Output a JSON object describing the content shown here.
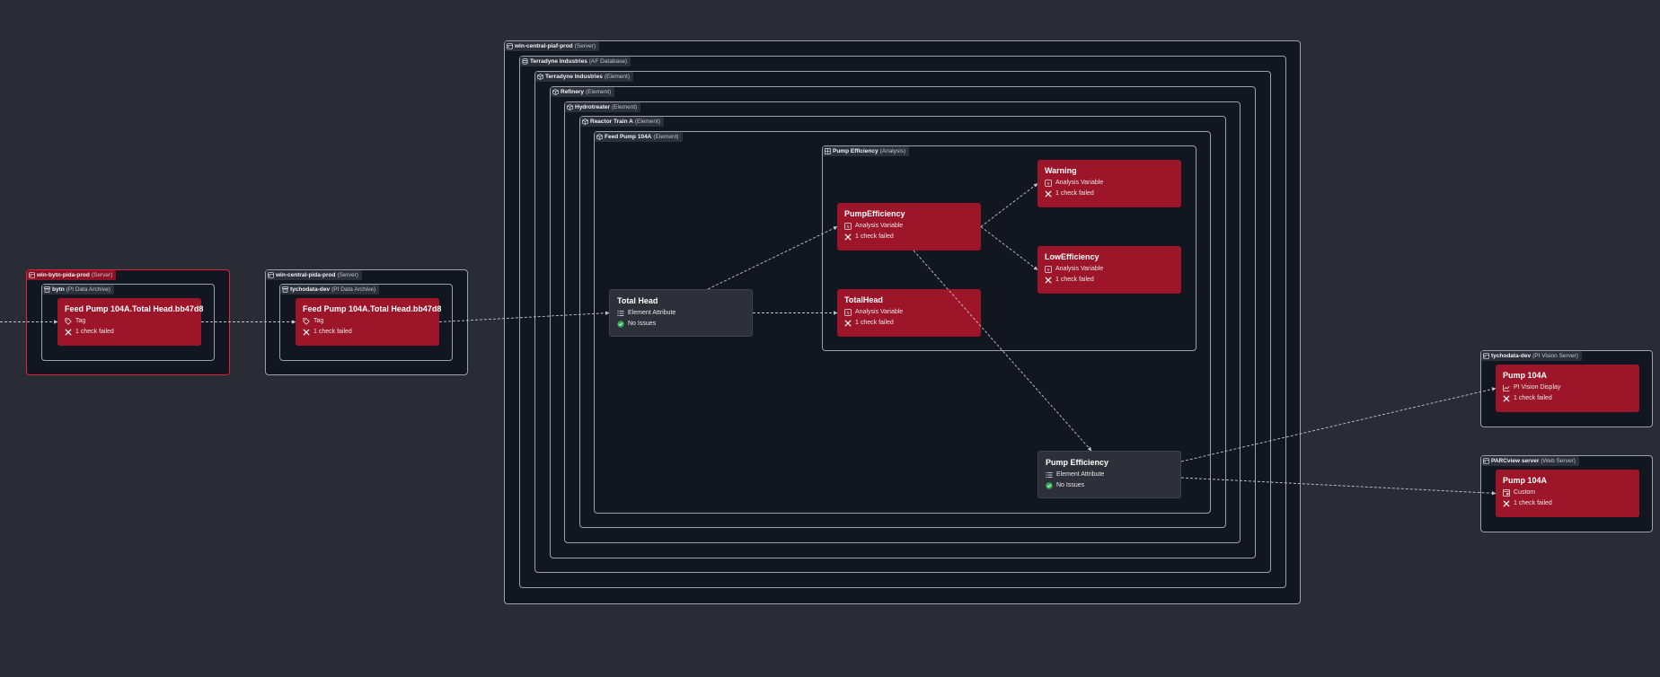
{
  "groups": {
    "g1": {
      "name": "win-central-piaf-prod",
      "kind": "(Server)",
      "icon": "server-icon"
    },
    "g2": {
      "name": "Terradyne Industries",
      "kind": "(AF Database)",
      "icon": "database-icon"
    },
    "g3": {
      "name": "Terradyne Industries",
      "kind": "(Element)",
      "icon": "element-icon"
    },
    "g4": {
      "name": "Refinery",
      "kind": "(Element)",
      "icon": "element-icon"
    },
    "g5": {
      "name": "Hydrotreater",
      "kind": "(Element)",
      "icon": "element-icon"
    },
    "g6": {
      "name": "Reactor Train A",
      "kind": "(Element)",
      "icon": "element-icon"
    },
    "g7": {
      "name": "Feed Pump 104A",
      "kind": "(Element)",
      "icon": "element-icon"
    },
    "g8": {
      "name": "Pump Efficiency",
      "kind": "(Analysis)",
      "icon": "analysis-icon"
    },
    "g9": {
      "name": "win-bytn-pida-prod",
      "kind": "(Server)",
      "icon": "server-icon"
    },
    "g10": {
      "name": "bytn",
      "kind": "(PI Data Archive)",
      "icon": "archive-icon"
    },
    "g11": {
      "name": "win-central-pida-prod",
      "kind": "(Server)",
      "icon": "server-icon"
    },
    "g12": {
      "name": "tychodata-dev",
      "kind": "(PI Data Archive)",
      "icon": "archive-icon"
    },
    "g13": {
      "name": "tychodata-dev",
      "kind": "(PI Vision Server)",
      "icon": "server-icon"
    },
    "g14": {
      "name": "PARCview server",
      "kind": "(Web Server)",
      "icon": "server-icon"
    }
  },
  "nodes": {
    "n1": {
      "title": "Feed Pump 104A.Total Head.bb47d8",
      "type": "Tag",
      "type_icon": "tag-icon",
      "status": "1 check failed",
      "status_icon": "x-icon"
    },
    "n2": {
      "title": "Feed Pump 104A.Total Head.bb47d8",
      "type": "Tag",
      "type_icon": "tag-icon",
      "status": "1 check failed",
      "status_icon": "x-icon"
    },
    "n3": {
      "title": "Total Head",
      "type": "Element Attribute",
      "type_icon": "list-icon",
      "status": "No Issues",
      "status_icon": "check-circle-icon"
    },
    "n4": {
      "title": "PumpEfficiency",
      "type": "Analysis Variable",
      "type_icon": "variable-icon",
      "status": "1 check failed",
      "status_icon": "x-icon"
    },
    "n5": {
      "title": "TotalHead",
      "type": "Analysis Variable",
      "type_icon": "variable-icon",
      "status": "1 check failed",
      "status_icon": "x-icon"
    },
    "n6": {
      "title": "Warning",
      "type": "Analysis Variable",
      "type_icon": "variable-icon",
      "status": "1 check failed",
      "status_icon": "x-icon"
    },
    "n7": {
      "title": "LowEfficiency",
      "type": "Analysis Variable",
      "type_icon": "variable-icon",
      "status": "1 check failed",
      "status_icon": "x-icon"
    },
    "n8": {
      "title": "Pump Efficiency",
      "type": "Element Attribute",
      "type_icon": "list-icon",
      "status": "No Issues",
      "status_icon": "check-circle-icon"
    },
    "n9": {
      "title": "Pump 104A",
      "type": "PI Vision Display",
      "type_icon": "chart-icon",
      "status": "1 check failed",
      "status_icon": "x-icon"
    },
    "n10": {
      "title": "Pump 104A",
      "type": "Custom",
      "type_icon": "custom-icon",
      "status": "1 check failed",
      "status_icon": "x-icon"
    }
  },
  "colors": {
    "background": "#292c35",
    "group_fill": "#121620",
    "group_border": "#9ca0a9",
    "alert_border": "#e0223c",
    "failed_node": "#9c1528",
    "ok_node": "#2d3038",
    "edge": "#bfc3ca",
    "ok_check": "#2eaa50"
  },
  "edges": [
    {
      "from": "offscreen-left",
      "to": "n1"
    },
    {
      "from": "n1",
      "to": "n2"
    },
    {
      "from": "n2",
      "to": "n3"
    },
    {
      "from": "n3",
      "to": "n4"
    },
    {
      "from": "n3",
      "to": "n5"
    },
    {
      "from": "n4",
      "to": "n6"
    },
    {
      "from": "n4",
      "to": "n7"
    },
    {
      "from": "n4",
      "to": "n8"
    },
    {
      "from": "n8",
      "to": "n9"
    },
    {
      "from": "n8",
      "to": "n10"
    }
  ]
}
